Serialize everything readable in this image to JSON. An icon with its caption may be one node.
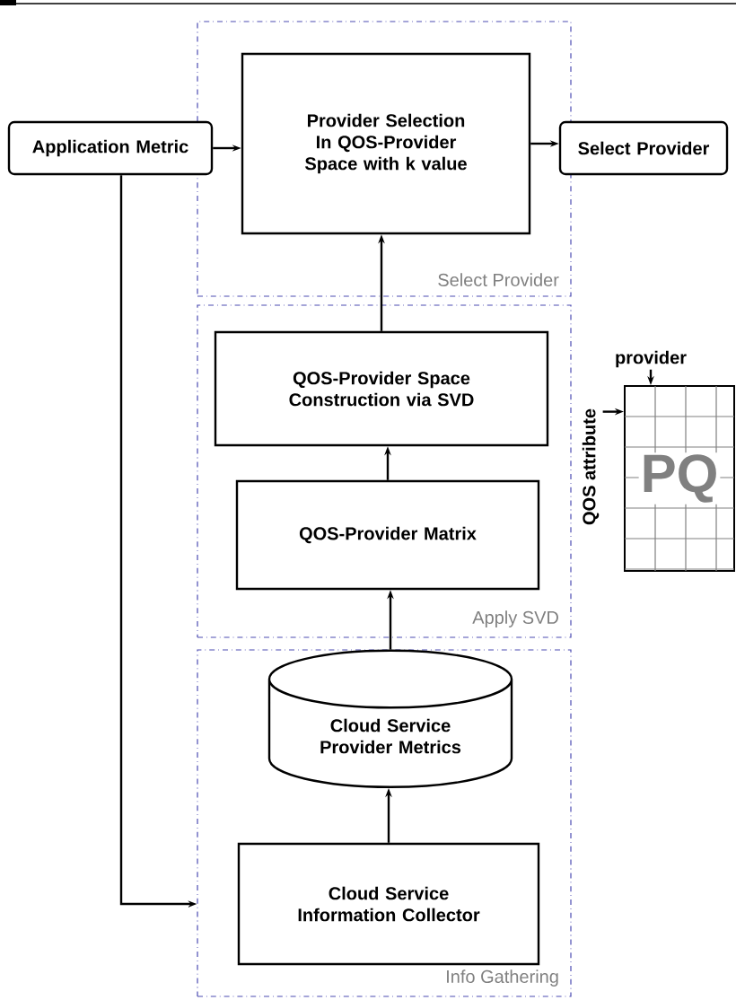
{
  "diagram": {
    "nodes": [
      {
        "text": [
          "Select Provider"
        ]
      },
      {
        "text": [
          "Provider Selection In QOS-Provider Space with k value"
        ],
        "in": 0
      },
      {
        "text": [
          "Application Metric"
        ]
      },
      {
        "text": [
          "Select Provider"
        ]
      },
      {
        "text": [
          "Apply SVD"
        ]
      },
      {
        "text": [
          "QOS-Provider Space Construction via SVD"
        ],
        "in": 4
      },
      {
        "text": [
          "QOS-Provider Matrix"
        ],
        "in": 4
      },
      {
        "text": [
          "Info Gathering"
        ]
      },
      {
        "text": [
          "Cloud Service Provider Metrics"
        ],
        "in": 7
      },
      {
        "text": [
          "Cloud Service Information Collector"
        ],
        "in": 7
      },
      {
        "text": [
          "PQ"
        ]
      },
      {
        "text": [
          "provider"
        ]
      },
      {
        "text": [
          "QOS attribute"
        ]
      }
    ],
    "edges": [
      {
        "from": 2,
        "to": 1,
        "arrow": "to"
      },
      {
        "from": 1,
        "to": 3,
        "arrow": "to"
      },
      {
        "from": 5,
        "to": 1,
        "arrow": "to"
      },
      {
        "from": 6,
        "to": 5,
        "arrow": "to"
      },
      {
        "from": 8,
        "to": 6,
        "arrow": "to"
      },
      {
        "from": 9,
        "to": 8,
        "arrow": "to"
      },
      {
        "from": 2,
        "to": 7,
        "arrow": "to"
      },
      {
        "from": 11,
        "to": 10,
        "arrow": "to"
      },
      {
        "from": 12,
        "to": 10,
        "arrow": "to"
      }
    ]
  }
}
